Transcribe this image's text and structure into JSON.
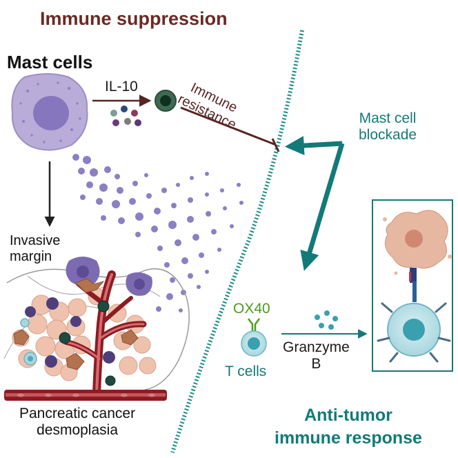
{
  "title": "Immune suppression",
  "mast_cells_label": "Mast cells",
  "il10_label": "IL-10",
  "immune_resistance_label": "Immune\nresistance",
  "mast_cell_blockade_label": "Mast cell\nblockade",
  "invasive_margin_label": "Invasive\nmargin",
  "ox40_label": "OX40",
  "t_cells_label": "T cells",
  "granzyme_label": "Granzyme\nB",
  "pancreatic_label": "Pancreatic cancer\ndesmoplasia",
  "anti_tumor_label": "Anti-tumor\nimmune response",
  "colors": {
    "title": "#6b2a22",
    "teal": "#127a78",
    "mast_cell": "#b9acd8",
    "nucleus": "#8676be",
    "vessel": "#8c1b22",
    "ox40": "#4b9c1f",
    "tumor_cell": "#e6b8a2",
    "granule": "#8c7fc4"
  }
}
